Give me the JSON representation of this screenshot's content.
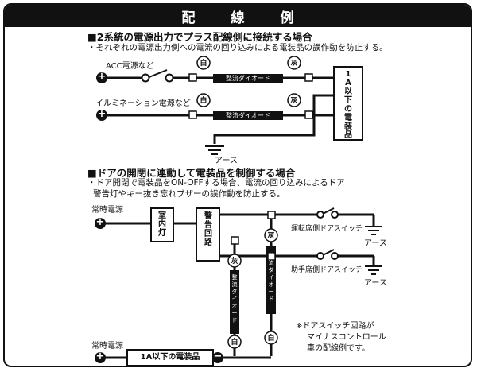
{
  "title": "配　線　例",
  "section1": {
    "heading": "■2系統の電源出力でプラス配線側に接続する場合",
    "note": "・それぞれの電源出力側への電流の回り込みによる電装品の誤作動を防止する。",
    "source1": "ACC電源など",
    "source2": "イルミネーション電源など",
    "diode_label": "整流ダイオード",
    "white_mark": "白",
    "gray_mark": "灰",
    "device_label": "1A以下の電装品",
    "ground_label": "アース",
    "plus": "+"
  },
  "section2": {
    "heading": "■ドアの開閉に連動して電装品を制御する場合",
    "note_line1": "・ドア開閉で電装品をON-OFFする場合、電流の回り込みによるドア",
    "note_line2": "警告灯やキー抜き忘れブザーの誤作動を防止する。",
    "power1": "常時電源",
    "power2": "常時電源",
    "room_light": "室内灯",
    "warning_circuit": "警告回路",
    "driver_switch": "運転席側ドアスイッチ",
    "passenger_switch": "助手席側ドアスイッチ",
    "ground_label": "アース",
    "diode_label": "整流ダイオード",
    "white_mark": "白",
    "gray_mark": "灰",
    "device_label": "1A以下の電装品",
    "minus": "−",
    "plus": "+",
    "footnote_line1": "※ドアスイッチ回路が",
    "footnote_line2": "マイナスコントロール",
    "footnote_line3": "車の配線例です。"
  }
}
